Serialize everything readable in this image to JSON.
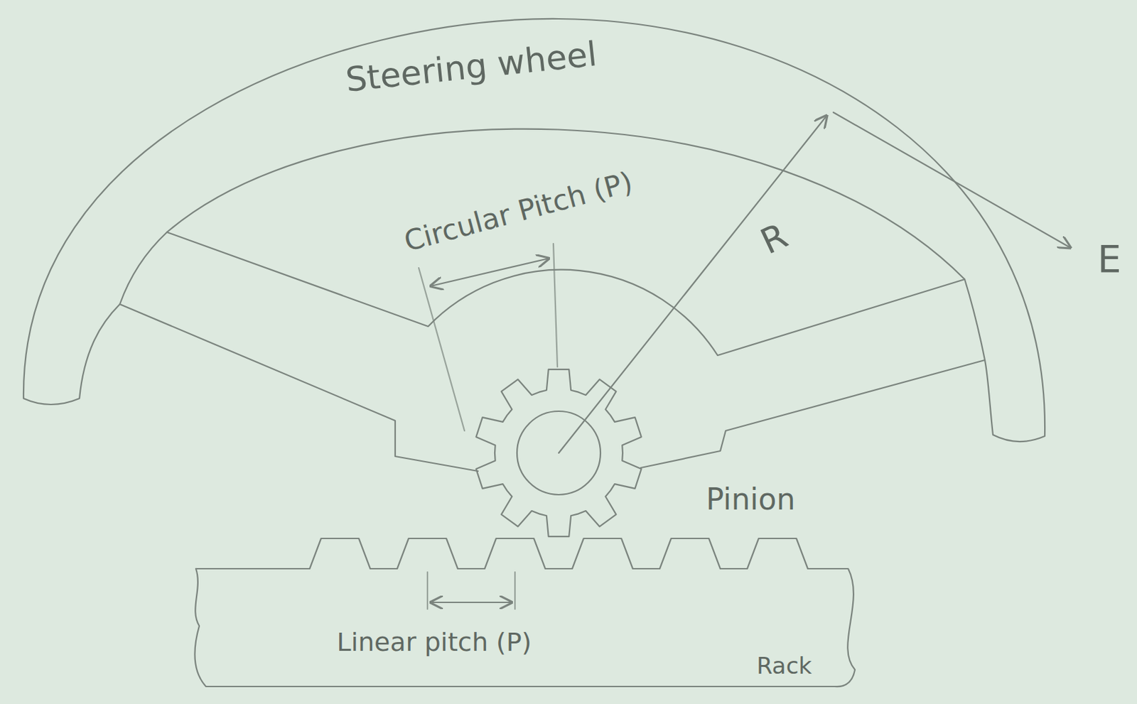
{
  "diagram": {
    "labels": [
      "Steering wheel",
      "Circular Pitch (P)",
      "R",
      "E",
      "Pinion",
      "Linear pitch (P)",
      "Rack"
    ]
  }
}
